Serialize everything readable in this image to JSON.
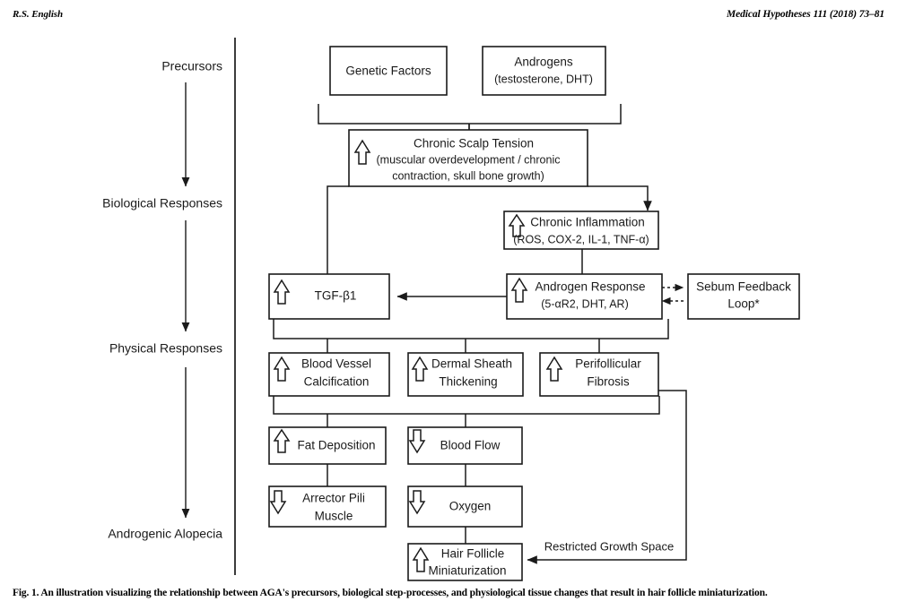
{
  "header": {
    "left": "R.S. English",
    "right": "Medical Hypotheses 111 (2018) 73–81"
  },
  "caption": {
    "label": "Fig. 1.",
    "text": " An illustration visualizing the relationship between AGA's precursors, biological step-processes, and physiological tissue changes that result in hair follicle miniaturization."
  },
  "chart_data": {
    "type": "diagram",
    "title": "AGA pathogenesis flowchart",
    "stages": [
      {
        "label": "Precursors"
      },
      {
        "label": "Biological Responses"
      },
      {
        "label": "Physical Responses"
      },
      {
        "label": "Androgenic Alopecia"
      }
    ],
    "nodes": [
      {
        "id": "genetic",
        "lines": [
          "Genetic Factors"
        ],
        "marker": "none",
        "stage": "Precursors"
      },
      {
        "id": "androgens",
        "lines": [
          "Androgens",
          "(testosterone, DHT)"
        ],
        "marker": "none",
        "stage": "Precursors"
      },
      {
        "id": "scalp_tension",
        "lines": [
          "Chronic Scalp Tension",
          "(muscular overdevelopment / chronic",
          "contraction, skull bone growth)"
        ],
        "marker": "up",
        "stage": "Precursors"
      },
      {
        "id": "inflammation",
        "lines": [
          "Chronic Inflammation",
          "(ROS, COX-2, IL-1, TNF-α)"
        ],
        "marker": "up",
        "stage": "Biological Responses"
      },
      {
        "id": "tgfb1",
        "lines": [
          "TGF-β1"
        ],
        "marker": "up",
        "stage": "Biological Responses"
      },
      {
        "id": "androgen_response",
        "lines": [
          "Androgen Response",
          "(5-αR2, DHT, AR)"
        ],
        "marker": "up",
        "stage": "Biological Responses"
      },
      {
        "id": "sebum",
        "lines": [
          "Sebum Feedback",
          "Loop*"
        ],
        "marker": "none",
        "stage": "Biological Responses"
      },
      {
        "id": "calcification",
        "lines": [
          "Blood Vessel",
          "Calcification"
        ],
        "marker": "up",
        "stage": "Physical Responses"
      },
      {
        "id": "dermal_sheath",
        "lines": [
          "Dermal Sheath",
          "Thickening"
        ],
        "marker": "up",
        "stage": "Physical Responses"
      },
      {
        "id": "fibrosis",
        "lines": [
          "Perifollicular",
          "Fibrosis"
        ],
        "marker": "up",
        "stage": "Physical Responses"
      },
      {
        "id": "fat",
        "lines": [
          "Fat Deposition"
        ],
        "marker": "up",
        "stage": "Physical Responses"
      },
      {
        "id": "blood_flow",
        "lines": [
          "Blood Flow"
        ],
        "marker": "down",
        "stage": "Physical Responses"
      },
      {
        "id": "arrector",
        "lines": [
          "Arrector Pili",
          "Muscle"
        ],
        "marker": "down",
        "stage": "Physical Responses"
      },
      {
        "id": "oxygen",
        "lines": [
          "Oxygen"
        ],
        "marker": "down",
        "stage": "Physical Responses"
      },
      {
        "id": "miniaturization",
        "lines": [
          "Hair Follicle",
          "Miniaturization"
        ],
        "marker": "up",
        "stage": "Androgenic Alopecia"
      }
    ],
    "edge_labels": [
      {
        "id": "restricted_growth",
        "text": "Restricted Growth Space"
      }
    ],
    "edges": [
      {
        "from": "genetic+androgens",
        "to": "scalp_tension",
        "style": "solid"
      },
      {
        "from": "scalp_tension",
        "to": "inflammation",
        "style": "solid"
      },
      {
        "from": "scalp_tension",
        "to": "tgfb1",
        "style": "solid"
      },
      {
        "from": "inflammation",
        "to": "androgen_response",
        "style": "solid"
      },
      {
        "from": "androgen_response",
        "to": "tgfb1",
        "style": "solid"
      },
      {
        "from": "androgen_response",
        "to": "sebum",
        "style": "dashed"
      },
      {
        "from": "sebum",
        "to": "androgen_response",
        "style": "dashed"
      },
      {
        "from": "tgfb1+androgen_response",
        "to": "calcification",
        "style": "solid"
      },
      {
        "from": "tgfb1+androgen_response",
        "to": "dermal_sheath",
        "style": "solid"
      },
      {
        "from": "tgfb1+androgen_response",
        "to": "fibrosis",
        "style": "solid"
      },
      {
        "from": "calcification",
        "to": "fat",
        "style": "solid"
      },
      {
        "from": "calcification+dermal_sheath",
        "to": "blood_flow",
        "style": "solid"
      },
      {
        "from": "fat",
        "to": "arrector",
        "style": "solid"
      },
      {
        "from": "blood_flow",
        "to": "oxygen",
        "style": "solid"
      },
      {
        "from": "oxygen",
        "to": "miniaturization",
        "style": "solid"
      },
      {
        "from": "fibrosis",
        "to": "miniaturization",
        "style": "solid",
        "label": "restricted_growth"
      }
    ]
  }
}
